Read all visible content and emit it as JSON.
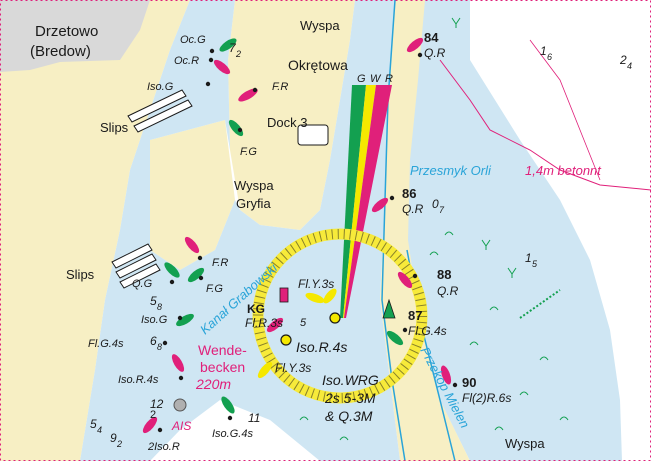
{
  "colors": {
    "land": "#f7efc4",
    "built_up": "#d9d9d9",
    "shallow_water": "#cfe6f3",
    "deep_water": "#ffffff",
    "channel_blue": "#2aa4d8",
    "magenta": "#e0207a",
    "green": "#13a050",
    "yellow": "#f5e800",
    "yellow_ring": "#f7ea3a",
    "text": "#1a1a1a"
  },
  "places": {
    "drzetowo": "Drzetowo",
    "bredow": "(Bredow)",
    "wyspa_top": "Wyspa",
    "okretowa": "Okrętowa",
    "dock3": "Dock 3",
    "wyspa_gryfia_1": "Wyspa",
    "wyspa_gryfia_2": "Gryfia",
    "slips_top": "Slips",
    "slips_mid": "Slips",
    "wyspa_bottom": "Wyspa",
    "wende_1": "Wende-",
    "wende_2": "becken",
    "wende_3": "220m",
    "przesmyk": "Przesmyk Orli",
    "betonnt": "1,4m betonnt",
    "kanal": "Kanał Grabowski",
    "przekop": "Przekop Mielen",
    "kg": "KG",
    "ais": "AIS"
  },
  "lights": {
    "ocg": "Oc.G",
    "ocr": "Oc.R",
    "isog_top": "Iso.G",
    "fr_top": "F.R",
    "fg_top": "F.G",
    "fr_mid": "F.R",
    "fg_mid": "F.G",
    "qg": "Q.G",
    "isog_mid": "Iso.G",
    "flg4s_left": "Fl.G.4s",
    "isor4s_left": "Iso.R.4s",
    "isor_bottom": "2Iso.R",
    "isog4s_bottom": "Iso.G.4s",
    "fly3s_top": "Fl.Y.3s",
    "flr3s": "Fl.R.3s",
    "isor4s_center": "Iso.R.4s",
    "fly3s_bottom": "Fl.Y.3s",
    "isowrg": "Iso.WRG",
    "isowrg_2": "2s 5-3M",
    "isowrg_3": "& Q.3M",
    "sector_g": "G",
    "sector_w": "W",
    "sector_r": "R",
    "qr_84": "Q.R",
    "qr_86": "Q.R",
    "qr_88": "Q.R",
    "flg4s_87": "Fl.G.4s",
    "fl2r6s": "Fl(2)R.6s"
  },
  "buoy_numbers": {
    "b84": "84",
    "b86": "86",
    "b88": "88",
    "b87": "87",
    "b90": "90",
    "b2": "2",
    "b5": "5"
  },
  "soundings": {
    "s7_top": "7",
    "s7_top_sub": "2",
    "s1_6": "1",
    "s1_6_sub": "6",
    "s2_4": "2",
    "s2_4_sub": "4",
    "s0_7": "0",
    "s0_7_sub": "7",
    "s1_5": "1",
    "s1_5_sub": "5",
    "s5_8": "5",
    "s5_8_sub": "8",
    "s6_8": "6",
    "s6_8_sub": "8",
    "s12": "12",
    "s5_4": "5",
    "s5_4_sub": "4",
    "s9_2": "9",
    "s9_2_sub": "2",
    "s11": "11"
  }
}
